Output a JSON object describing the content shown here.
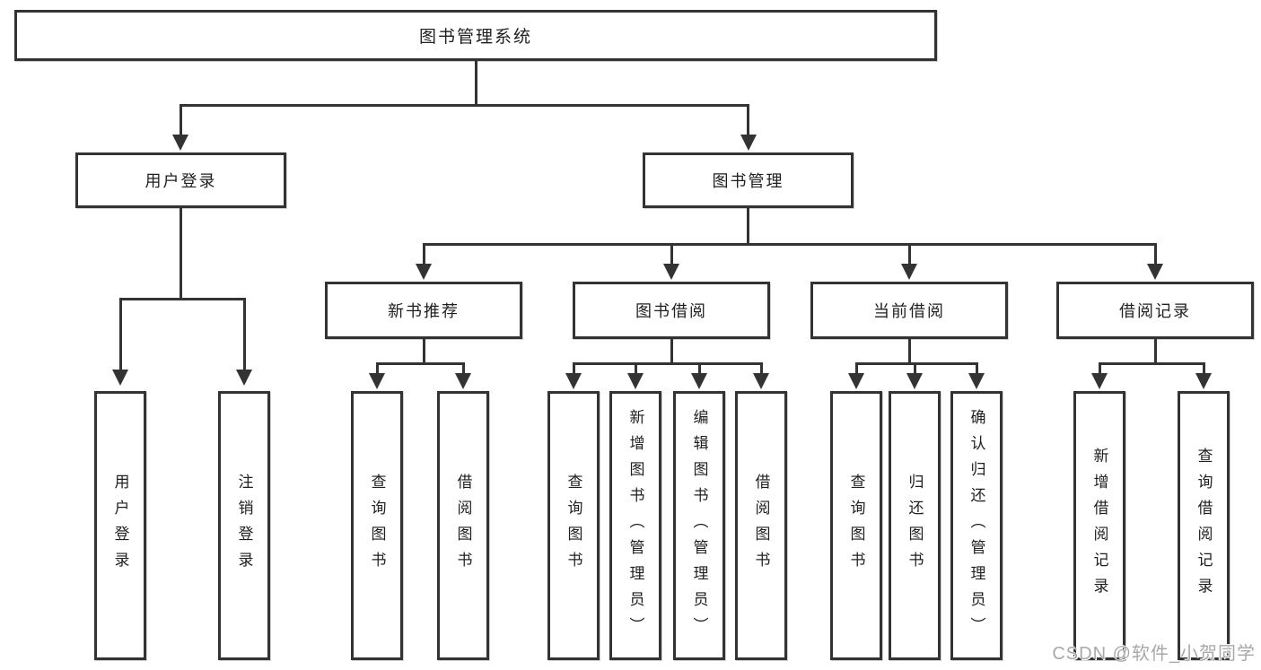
{
  "diagram": {
    "root_label": "图书管理系统",
    "branches": [
      {
        "label": "用户登录",
        "children": [
          "用户登录",
          "注销登录"
        ]
      },
      {
        "label": "图书管理",
        "sections": [
          {
            "label": "新书推荐",
            "children": [
              "查询图书",
              "借阅图书"
            ]
          },
          {
            "label": "图书借阅",
            "children": [
              "查询图书",
              "新增图书（管理员）",
              "编辑图书（管理员）",
              "借阅图书"
            ]
          },
          {
            "label": "当前借阅",
            "children": [
              "查询图书",
              "归还图书",
              "确认归还（管理员）"
            ]
          },
          {
            "label": "借阅记录",
            "children": [
              "新增借阅记录",
              "查询借阅记录"
            ]
          }
        ]
      }
    ]
  },
  "watermark": {
    "text": "CSDN @软件_小贺同学"
  },
  "colors": {
    "line": "#333333",
    "text": "#1f1f1f",
    "watermark": "#a8a8a8",
    "background": "#ffffff"
  }
}
